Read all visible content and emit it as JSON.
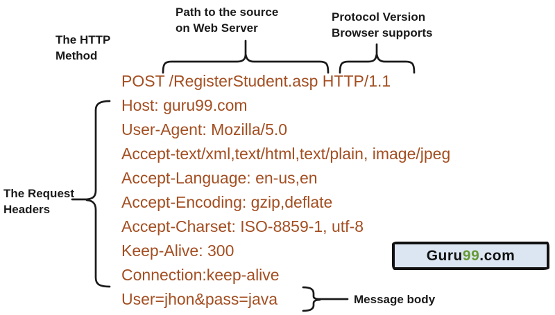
{
  "labels": {
    "http_method_line1": "The HTTP",
    "http_method_line2": "Method",
    "path_line1": "Path to the source",
    "path_line2": "on Web Server",
    "protocol_line1": "Protocol Version",
    "protocol_line2": "Browser supports",
    "headers_line1": "The Request",
    "headers_line2": "Headers",
    "message_body": "Message body"
  },
  "request": {
    "request_line": "POST /RegisterStudent.asp HTTP/1.1",
    "headers": [
      "Host: guru99.com",
      "User-Agent: Mozilla/5.0",
      "Accept-text/xml,text/html,text/plain, image/jpeg",
      "Accept-Language: en-us,en",
      "Accept-Encoding: gzip,deflate",
      "Accept-Charset: ISO-8859-1, utf-8",
      "Keep-Alive: 300",
      "Connection:keep-alive"
    ],
    "body": "User=jhon&pass=java"
  },
  "logo": {
    "prefix": "Guru",
    "number": "99",
    "suffix": ".com"
  },
  "colors": {
    "request_text": "#a34e21",
    "label_text": "#1a1a1a",
    "brace_stroke": "#1a1a1a",
    "logo_green": "#669933",
    "logo_text": "#111111",
    "logo_bg": "#dce6f2",
    "background": "#ffffff"
  }
}
